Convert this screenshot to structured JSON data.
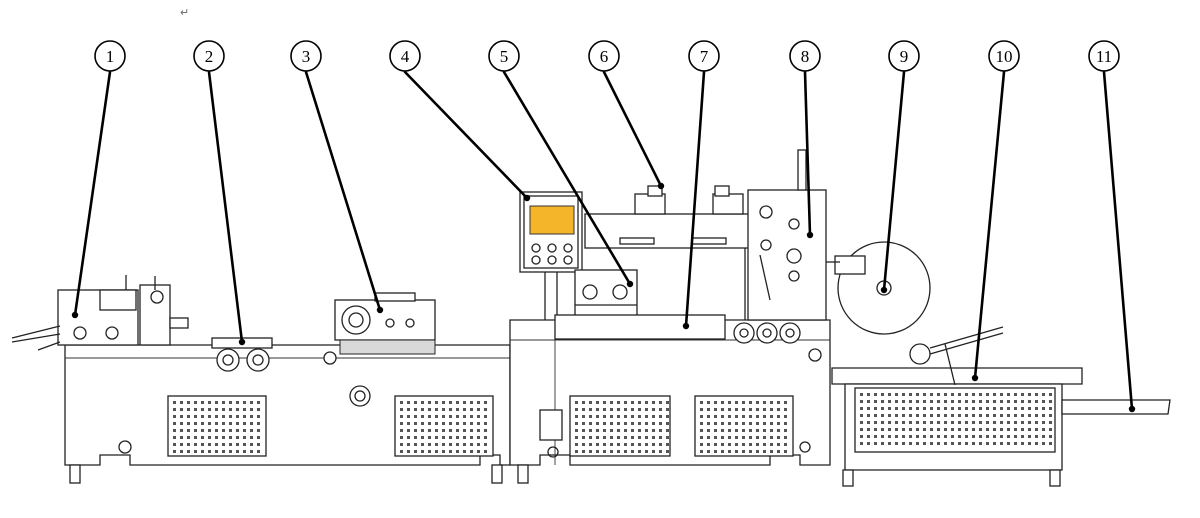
{
  "corner_mark": "↵",
  "callouts": [
    "1",
    "2",
    "3",
    "4",
    "5",
    "6",
    "7",
    "8",
    "9",
    "10",
    "11"
  ],
  "colors": {
    "line": "#222222",
    "screen": "#f5b52a",
    "background": "#ffffff"
  }
}
